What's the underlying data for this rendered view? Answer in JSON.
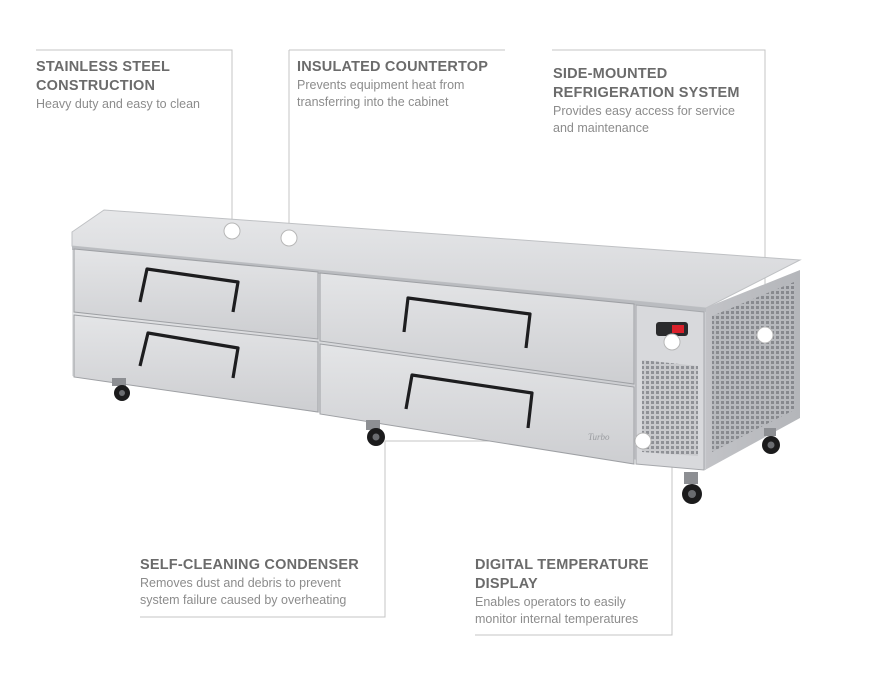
{
  "callouts": {
    "stainless": {
      "title": "STAINLESS STEEL\nCONSTRUCTION",
      "desc": "Heavy duty and easy to clean"
    },
    "countertop": {
      "title": "INSULATED COUNTERTOP",
      "desc": "Prevents equipment heat from\ntransferring into the cabinet"
    },
    "refrigeration": {
      "title": "SIDE-MOUNTED\nREFRIGERATION SYSTEM",
      "desc": "Provides easy access for service\nand maintenance"
    },
    "condenser": {
      "title": "SELF-CLEANING CONDENSER",
      "desc": "Removes dust and debris to prevent\nsystem failure caused by overheating"
    },
    "display": {
      "title": "DIGITAL TEMPERATURE\nDISPLAY",
      "desc": "Enables operators to easily\nmonitor internal temperatures"
    }
  },
  "colors": {
    "steel_light": "#dedfe1",
    "steel_mid": "#cfd0d3",
    "steel_dark": "#a9abaf",
    "leader_line": "#c4c4c4",
    "title_text": "#6b6b6b",
    "desc_text": "#8c8c8c",
    "display_red": "#d9202a"
  },
  "icons": [
    "refrigerated-chef-base-image",
    "caster-icon",
    "callout-dot-icon"
  ]
}
